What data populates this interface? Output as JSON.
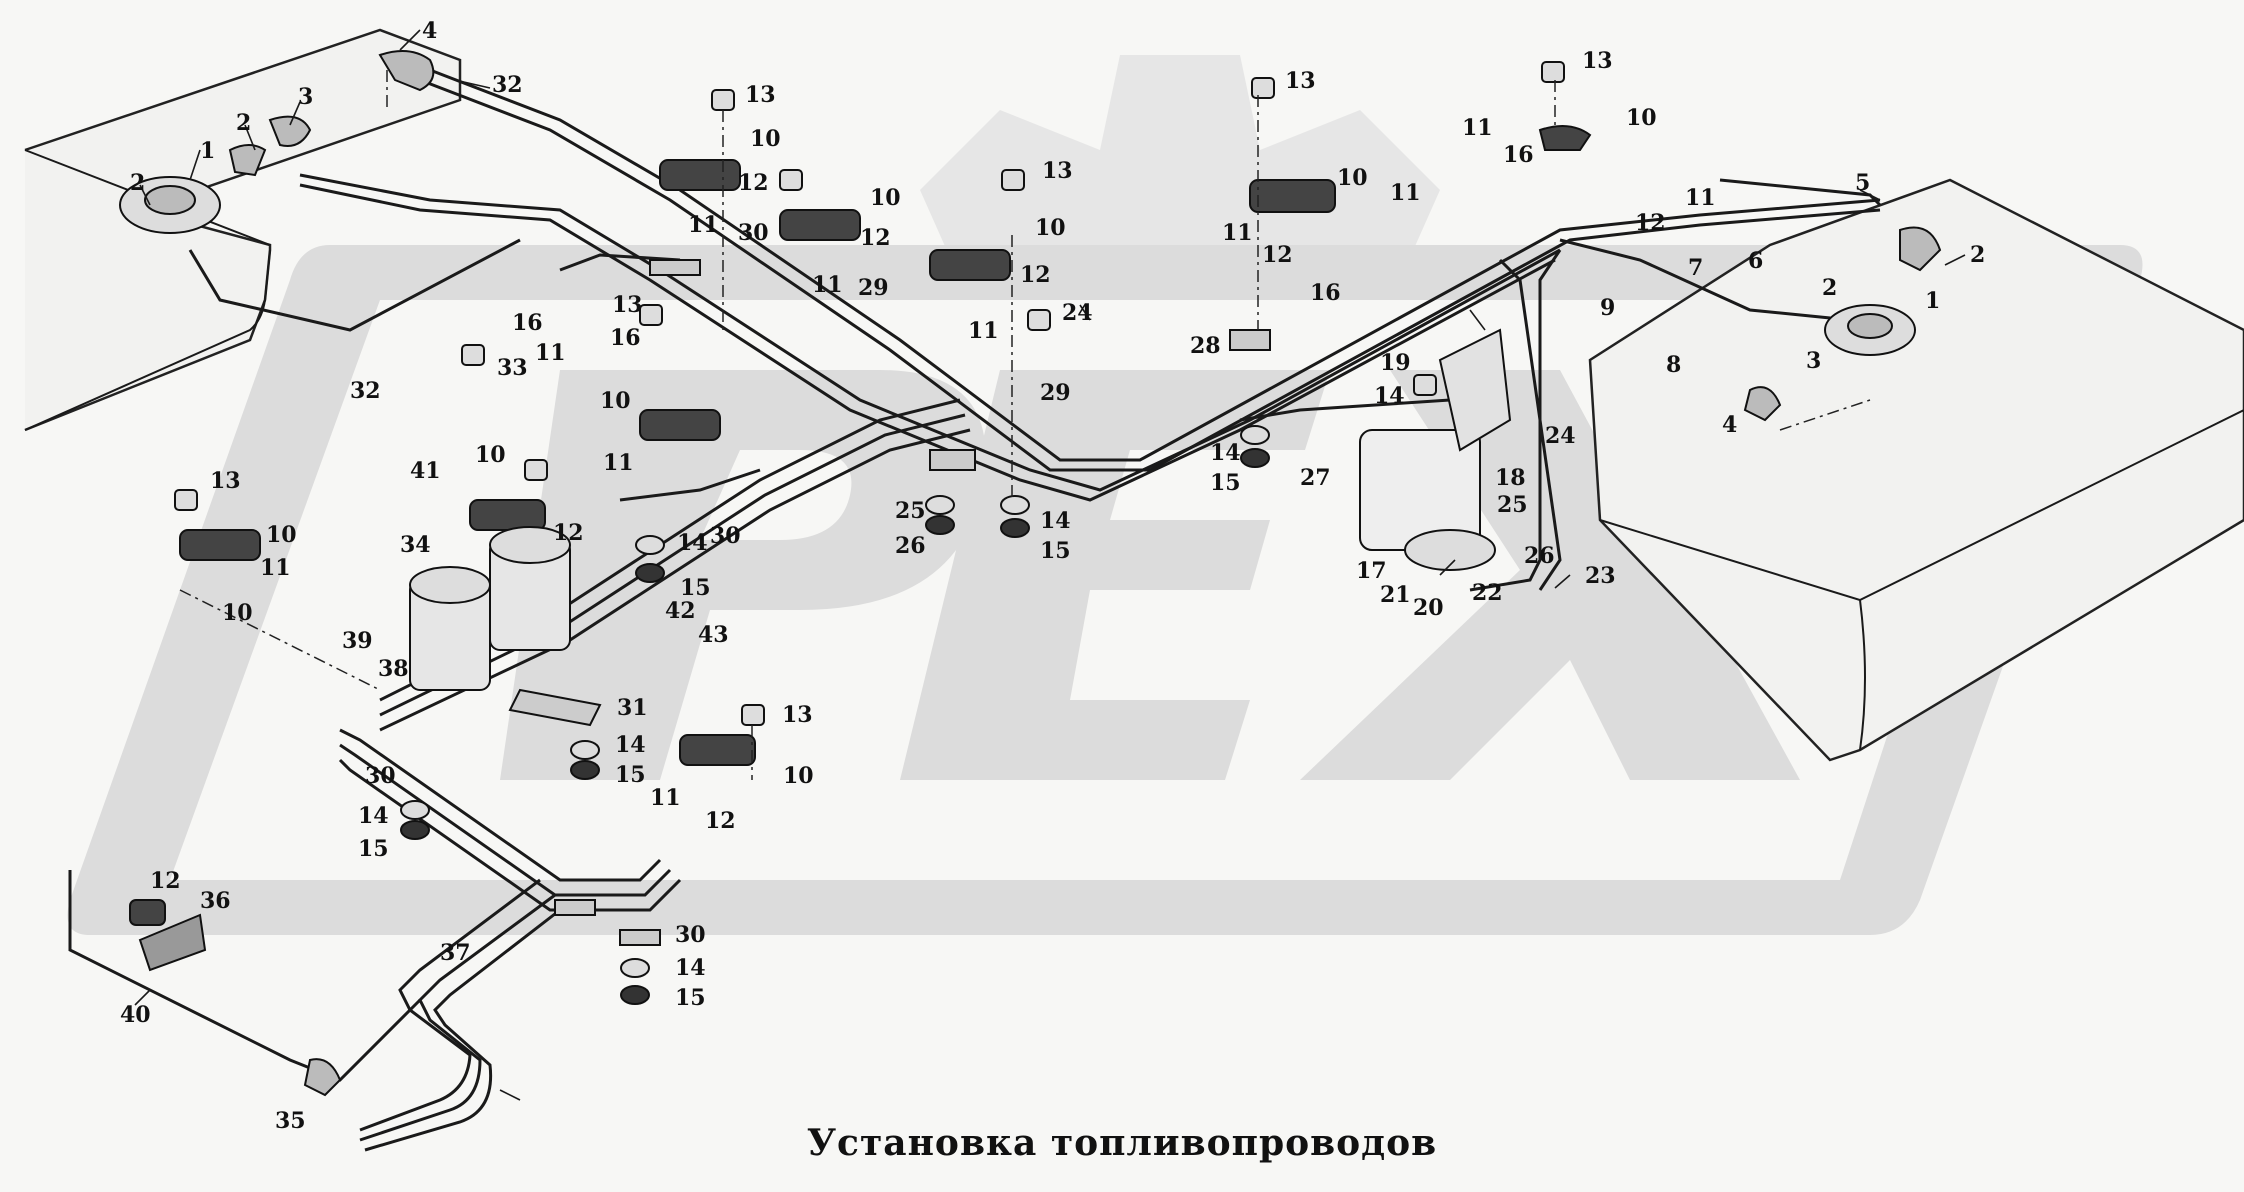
{
  "caption": "Установка топливопроводов",
  "watermark": {
    "text": "PEX",
    "color": "#d8d8d8"
  },
  "part_labels": [
    {
      "id": "l1",
      "text": "1"
    },
    {
      "id": "l2",
      "text": "2"
    },
    {
      "id": "l3",
      "text": "3"
    },
    {
      "id": "l4",
      "text": "4"
    },
    {
      "id": "l2b",
      "text": "2"
    },
    {
      "id": "l32a",
      "text": "32"
    },
    {
      "id": "l13a",
      "text": "13"
    },
    {
      "id": "l10a",
      "text": "10"
    },
    {
      "id": "l12a",
      "text": "12"
    },
    {
      "id": "l11a",
      "text": "11"
    },
    {
      "id": "l30a",
      "text": "30"
    },
    {
      "id": "l10b",
      "text": "10"
    },
    {
      "id": "l12b",
      "text": "12"
    },
    {
      "id": "l11b",
      "text": "11"
    },
    {
      "id": "l13b",
      "text": "13"
    },
    {
      "id": "l10c",
      "text": "10"
    },
    {
      "id": "l12c",
      "text": "12"
    },
    {
      "id": "l29a",
      "text": "29"
    },
    {
      "id": "l11c",
      "text": "11"
    },
    {
      "id": "l24a",
      "text": "24"
    },
    {
      "id": "l29b",
      "text": "29"
    },
    {
      "id": "l13c",
      "text": "13"
    },
    {
      "id": "l10d",
      "text": "10"
    },
    {
      "id": "l11d",
      "text": "11"
    },
    {
      "id": "l12d",
      "text": "12"
    },
    {
      "id": "l16a",
      "text": "16"
    },
    {
      "id": "l11e",
      "text": "11"
    },
    {
      "id": "l28",
      "text": "28"
    },
    {
      "id": "l13d",
      "text": "13"
    },
    {
      "id": "l10e",
      "text": "10"
    },
    {
      "id": "l11f",
      "text": "11"
    },
    {
      "id": "l16b",
      "text": "16"
    },
    {
      "id": "l11g",
      "text": "11"
    },
    {
      "id": "l12e",
      "text": "12"
    },
    {
      "id": "l5",
      "text": "5"
    },
    {
      "id": "l2c",
      "text": "2"
    },
    {
      "id": "l1b",
      "text": "1"
    },
    {
      "id": "l6",
      "text": "6"
    },
    {
      "id": "l7",
      "text": "7"
    },
    {
      "id": "l2d",
      "text": "2"
    },
    {
      "id": "l9",
      "text": "9"
    },
    {
      "id": "l3b",
      "text": "3"
    },
    {
      "id": "l8",
      "text": "8"
    },
    {
      "id": "l4b",
      "text": "4"
    },
    {
      "id": "l19",
      "text": "19"
    },
    {
      "id": "l14a",
      "text": "14"
    },
    {
      "id": "l24b",
      "text": "24"
    },
    {
      "id": "l14b",
      "text": "14"
    },
    {
      "id": "l15a",
      "text": "15"
    },
    {
      "id": "l27",
      "text": "27"
    },
    {
      "id": "l18",
      "text": "18"
    },
    {
      "id": "l25a",
      "text": "25"
    },
    {
      "id": "l26a",
      "text": "26"
    },
    {
      "id": "l17",
      "text": "17"
    },
    {
      "id": "l21",
      "text": "21"
    },
    {
      "id": "l20",
      "text": "20"
    },
    {
      "id": "l22",
      "text": "22"
    },
    {
      "id": "l23",
      "text": "23"
    },
    {
      "id": "l16c",
      "text": "16"
    },
    {
      "id": "l11h",
      "text": "11"
    },
    {
      "id": "l13e",
      "text": "13"
    },
    {
      "id": "l16d",
      "text": "16"
    },
    {
      "id": "l32b",
      "text": "32"
    },
    {
      "id": "l33",
      "text": "33"
    },
    {
      "id": "l10f",
      "text": "10"
    },
    {
      "id": "l11i",
      "text": "11"
    },
    {
      "id": "l41",
      "text": "41"
    },
    {
      "id": "l10g",
      "text": "10"
    },
    {
      "id": "l12f",
      "text": "12"
    },
    {
      "id": "l34",
      "text": "34"
    },
    {
      "id": "l14c",
      "text": "14"
    },
    {
      "id": "l15b",
      "text": "15"
    },
    {
      "id": "l30b",
      "text": "30"
    },
    {
      "id": "l25b",
      "text": "25"
    },
    {
      "id": "l26b",
      "text": "26"
    },
    {
      "id": "l14d",
      "text": "14"
    },
    {
      "id": "l15c",
      "text": "15"
    },
    {
      "id": "l42",
      "text": "42"
    },
    {
      "id": "l43",
      "text": "43"
    },
    {
      "id": "l13f",
      "text": "13"
    },
    {
      "id": "l10h",
      "text": "10"
    },
    {
      "id": "l11j",
      "text": "11"
    },
    {
      "id": "l10i",
      "text": "10"
    },
    {
      "id": "l39",
      "text": "39"
    },
    {
      "id": "l38",
      "text": "38"
    },
    {
      "id": "l31",
      "text": "31"
    },
    {
      "id": "l13g",
      "text": "13"
    },
    {
      "id": "l10j",
      "text": "10"
    },
    {
      "id": "l11k",
      "text": "11"
    },
    {
      "id": "l12g",
      "text": "12"
    },
    {
      "id": "l14e",
      "text": "14"
    },
    {
      "id": "l15d",
      "text": "15"
    },
    {
      "id": "l30c",
      "text": "30"
    },
    {
      "id": "l14f",
      "text": "14"
    },
    {
      "id": "l15e",
      "text": "15"
    },
    {
      "id": "l12h",
      "text": "12"
    },
    {
      "id": "l36",
      "text": "36"
    },
    {
      "id": "l40",
      "text": "40"
    },
    {
      "id": "l37",
      "text": "37"
    },
    {
      "id": "l30d",
      "text": "30"
    },
    {
      "id": "l14g",
      "text": "14"
    },
    {
      "id": "l15f",
      "text": "15"
    },
    {
      "id": "l35",
      "text": "35"
    }
  ]
}
